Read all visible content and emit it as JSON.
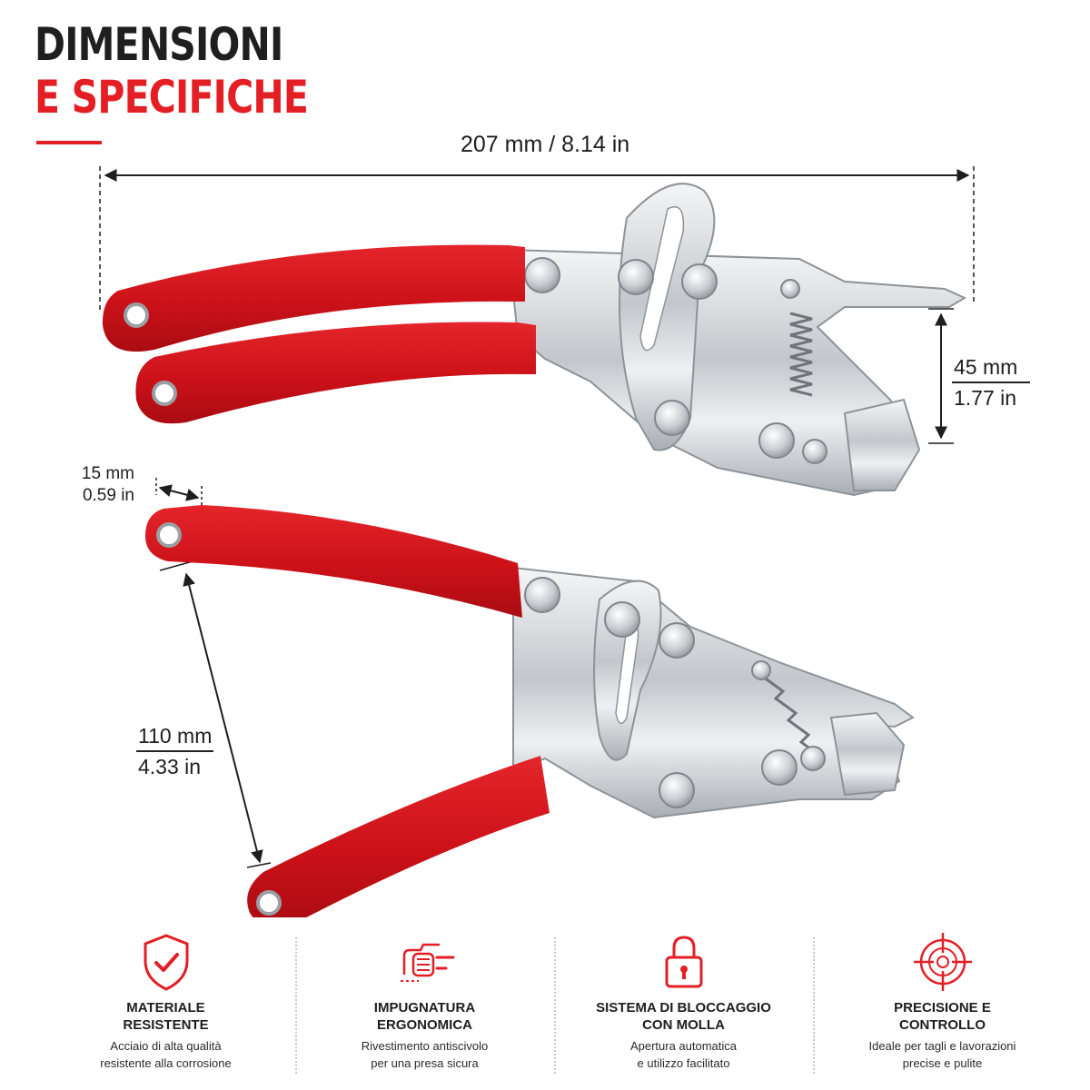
{
  "header": {
    "title_line1": "DIMENSIONI",
    "title_line2": "E SPECIFICHE"
  },
  "dimensions": {
    "overall_length": "207 mm / 8.14 in",
    "jaw_opening_mm": "45 mm",
    "jaw_opening_in": "1.77 in",
    "grip_width_mm": "15 mm",
    "grip_width_in": "0.59 in",
    "handle_span_mm": "110 mm",
    "handle_span_in": "4.33 in"
  },
  "features": [
    {
      "icon": "shield-check-icon",
      "title_1": "MATERIALE",
      "title_2": "RESISTENTE",
      "desc_1": "Acciaio di alta qualità",
      "desc_2": "resistente alla corrosione"
    },
    {
      "icon": "hand-grip-icon",
      "title_1": "IMPUGNATURA",
      "title_2": "ERGONOMICA",
      "desc_1": "Rivestimento antiscivolo",
      "desc_2": "per una presa sicura"
    },
    {
      "icon": "padlock-icon",
      "title_1": "SISTEMA DI BLOCCAGGIO",
      "title_2": "CON MOLLA",
      "desc_1": "Apertura automatica",
      "desc_2": "e utilizzo facilitato"
    },
    {
      "icon": "crosshair-target-icon",
      "title_1": "PRECISIONE E",
      "title_2": "CONTROLLO",
      "desc_1": "Ideale per tagli e lavorazioni",
      "desc_2": "precise e pulite"
    }
  ],
  "colors": {
    "accent": "#e31e24",
    "handle_red": "#d3131b",
    "chrome": "#d4d7da",
    "text": "#1e1e1e"
  }
}
